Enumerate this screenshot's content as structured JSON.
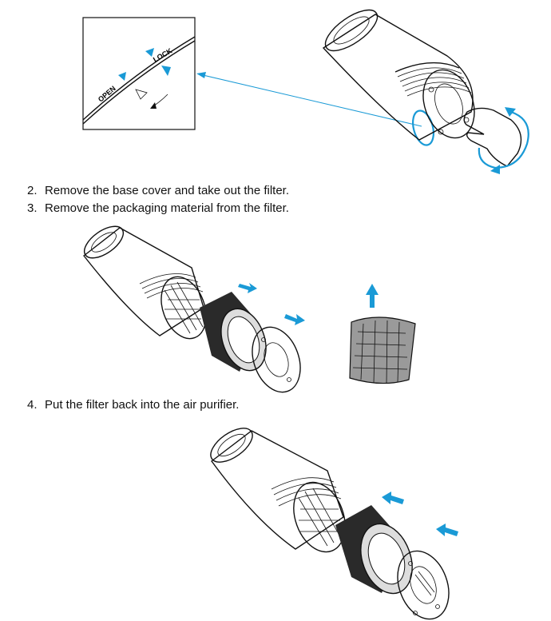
{
  "steps": [
    {
      "number": "2.",
      "text": "Remove the base cover and take out the filter."
    },
    {
      "number": "3.",
      "text": "Remove the packaging material from the filter."
    },
    {
      "number": "4.",
      "text": "Put the filter back into the air purifier."
    }
  ],
  "detail_inset": {
    "open_label": "OPEN",
    "lock_label": "LOCK"
  },
  "colors": {
    "accent": "#1a9ad6",
    "line": "#111111",
    "filter_dark": "#2a2a2a"
  },
  "icons": [
    "arrow-right-icon",
    "arrow-up-icon",
    "arrow-left-icon",
    "rotation-arrow-icon",
    "hand-icon"
  ]
}
